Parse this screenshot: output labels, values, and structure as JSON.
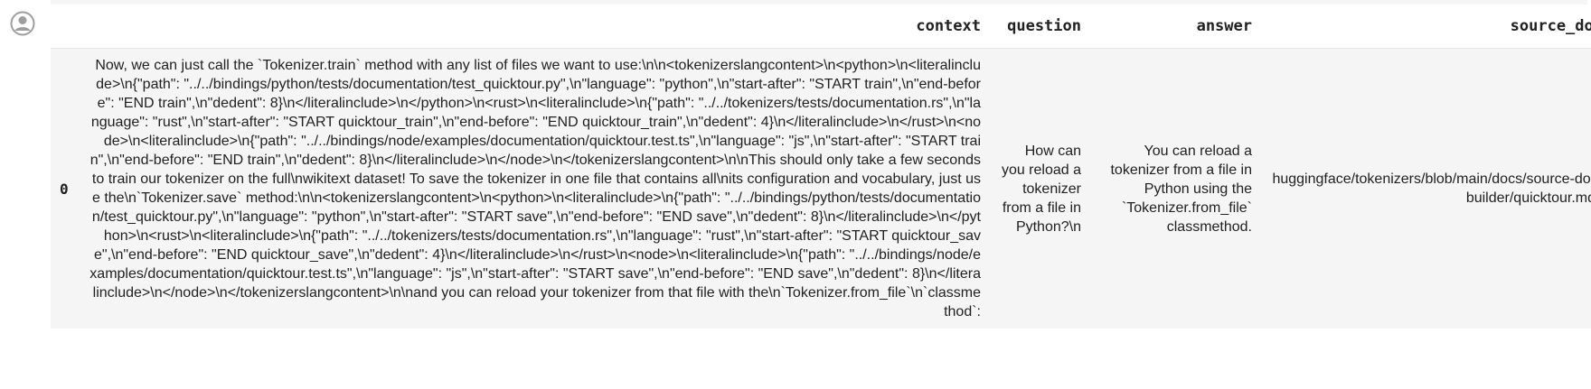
{
  "table": {
    "index_header": "",
    "columns": [
      "context",
      "question",
      "answer",
      "source_doc"
    ],
    "rows": [
      {
        "index": "0",
        "context": "Now, we can just call the `Tokenizer.train` method with any list of files we want to use:\\n\\n<tokenizerslangcontent>\\n<python>\\n<literalinclude>\\n{\"path\": \"../../bindings/python/tests/documentation/test_quicktour.py\",\\n\"language\": \"python\",\\n\"start-after\": \"START train\",\\n\"end-before\": \"END train\",\\n\"dedent\": 8}\\n</literalinclude>\\n</python>\\n<rust>\\n<literalinclude>\\n{\"path\": \"../../tokenizers/tests/documentation.rs\",\\n\"language\": \"rust\",\\n\"start-after\": \"START quicktour_train\",\\n\"end-before\": \"END quicktour_train\",\\n\"dedent\": 4}\\n</literalinclude>\\n</rust>\\n<node>\\n<literalinclude>\\n{\"path\": \"../../bindings/node/examples/documentation/quicktour.test.ts\",\\n\"language\": \"js\",\\n\"start-after\": \"START train\",\\n\"end-before\": \"END train\",\\n\"dedent\": 8}\\n</literalinclude>\\n</node>\\n</tokenizerslangcontent>\\n\\nThis should only take a few seconds to train our tokenizer on the full\\nwikitext dataset! To save the tokenizer in one file that contains all\\nits configuration and vocabulary, just use the\\n`Tokenizer.save` method:\\n\\n<tokenizerslangcontent>\\n<python>\\n<literalinclude>\\n{\"path\": \"../../bindings/python/tests/documentation/test_quicktour.py\",\\n\"language\": \"python\",\\n\"start-after\": \"START save\",\\n\"end-before\": \"END save\",\\n\"dedent\": 8}\\n</literalinclude>\\n</python>\\n<rust>\\n<literalinclude>\\n{\"path\": \"../../tokenizers/tests/documentation.rs\",\\n\"language\": \"rust\",\\n\"start-after\": \"START quicktour_save\",\\n\"end-before\": \"END quicktour_save\",\\n\"dedent\": 4}\\n</literalinclude>\\n</rust>\\n<node>\\n<literalinclude>\\n{\"path\": \"../../bindings/node/examples/documentation/quicktour.test.ts\",\\n\"language\": \"js\",\\n\"start-after\": \"START save\",\\n\"end-before\": \"END save\",\\n\"dedent\": 8}\\n</literalinclude>\\n</node>\\n</tokenizerslangcontent>\\n\\nand you can reload your tokenizer from that file with the\\n`Tokenizer.from_file`\\n`classmethod`:",
        "question": "How can you reload a tokenizer from a file in Python?\\n",
        "answer": "You can reload a tokenizer from a file in Python using the `Tokenizer.from_file` classmethod.",
        "source_doc": "huggingface/tokenizers/blob/main/docs/source-doc-builder/quicktour.mdx"
      }
    ]
  },
  "icons": {
    "gutter": "user-avatar-icon"
  },
  "colors": {
    "row_background": "#f5f5f5",
    "header_background": "#ffffff",
    "text": "#212121",
    "icon": "#9e9e9e"
  }
}
